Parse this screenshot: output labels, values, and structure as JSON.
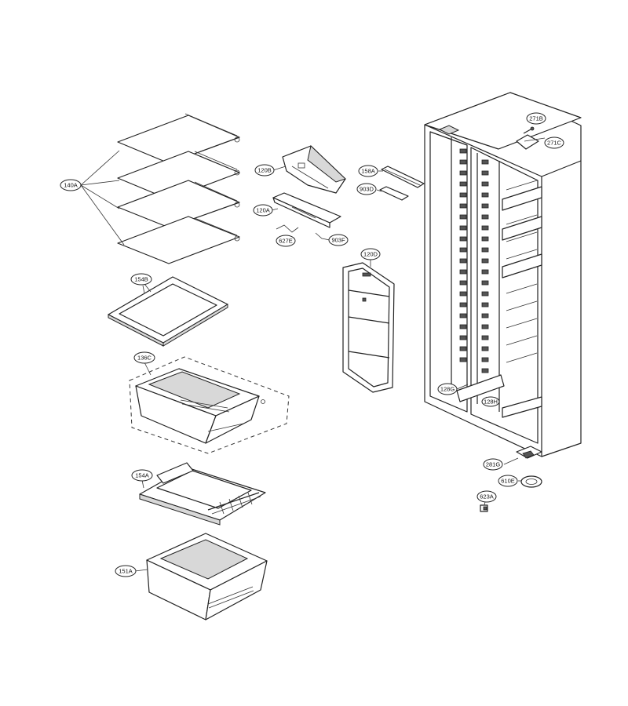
{
  "labels": {
    "l140A": "140A",
    "l154B": "154B",
    "l136C": "136C",
    "l154A": "154A",
    "l151A": "151A",
    "l120B": "120B",
    "l120A": "120A",
    "l627E": "627E",
    "l903F": "903F",
    "l158A": "158A",
    "l903D": "903D",
    "l120D": "120D",
    "l271B": "271B",
    "l271C": "271C",
    "l128G": "128G",
    "l128H": "128H",
    "l281G": "281G",
    "l610E": "610E",
    "l623A": "623A"
  }
}
